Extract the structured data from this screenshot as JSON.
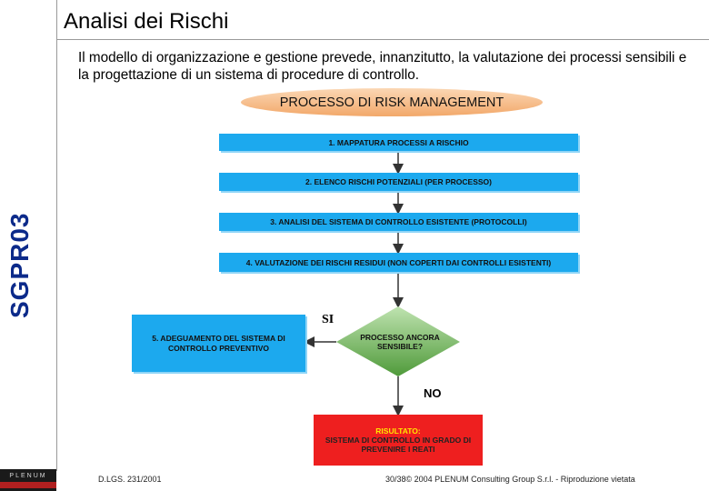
{
  "header": {
    "title": "Analisi dei Rischi",
    "side_code": "SGPR03"
  },
  "intro": "Il modello di organizzazione e gestione prevede, innanzitutto, la valutazione dei processi sensibili e la progettazione di un sistema di procedure di controllo.",
  "diagram": {
    "title": "PROCESSO DI RISK MANAGEMENT",
    "steps": [
      "1. MAPPATURA PROCESSI A RISCHIO",
      "2. ELENCO RISCHI POTENZIALI (PER PROCESSO)",
      "3. ANALISI DEL SISTEMA DI CONTROLLO ESISTENTE (PROTOCOLLI)",
      "4. VALUTAZIONE DEI RISCHI RESIDUI (NON COPERTI DAI CONTROLLI ESISTENTI)"
    ],
    "decision": "PROCESSO ANCORA SENSIBILE?",
    "yes_label": "SI",
    "no_label": "NO",
    "adjust": "5. ADEGUAMENTO DEL SISTEMA DI CONTROLLO PREVENTIVO",
    "result_head": "RISULTATO:",
    "result_body": "SISTEMA DI CONTROLLO IN GRADO DI PREVENIRE I REATI"
  },
  "footer": {
    "logo_text": "PLENUM",
    "left": "D.LGS. 231/2001",
    "right": "30/38© 2004 PLENUM Consulting Group S.r.l. - Riproduzione vietata"
  }
}
